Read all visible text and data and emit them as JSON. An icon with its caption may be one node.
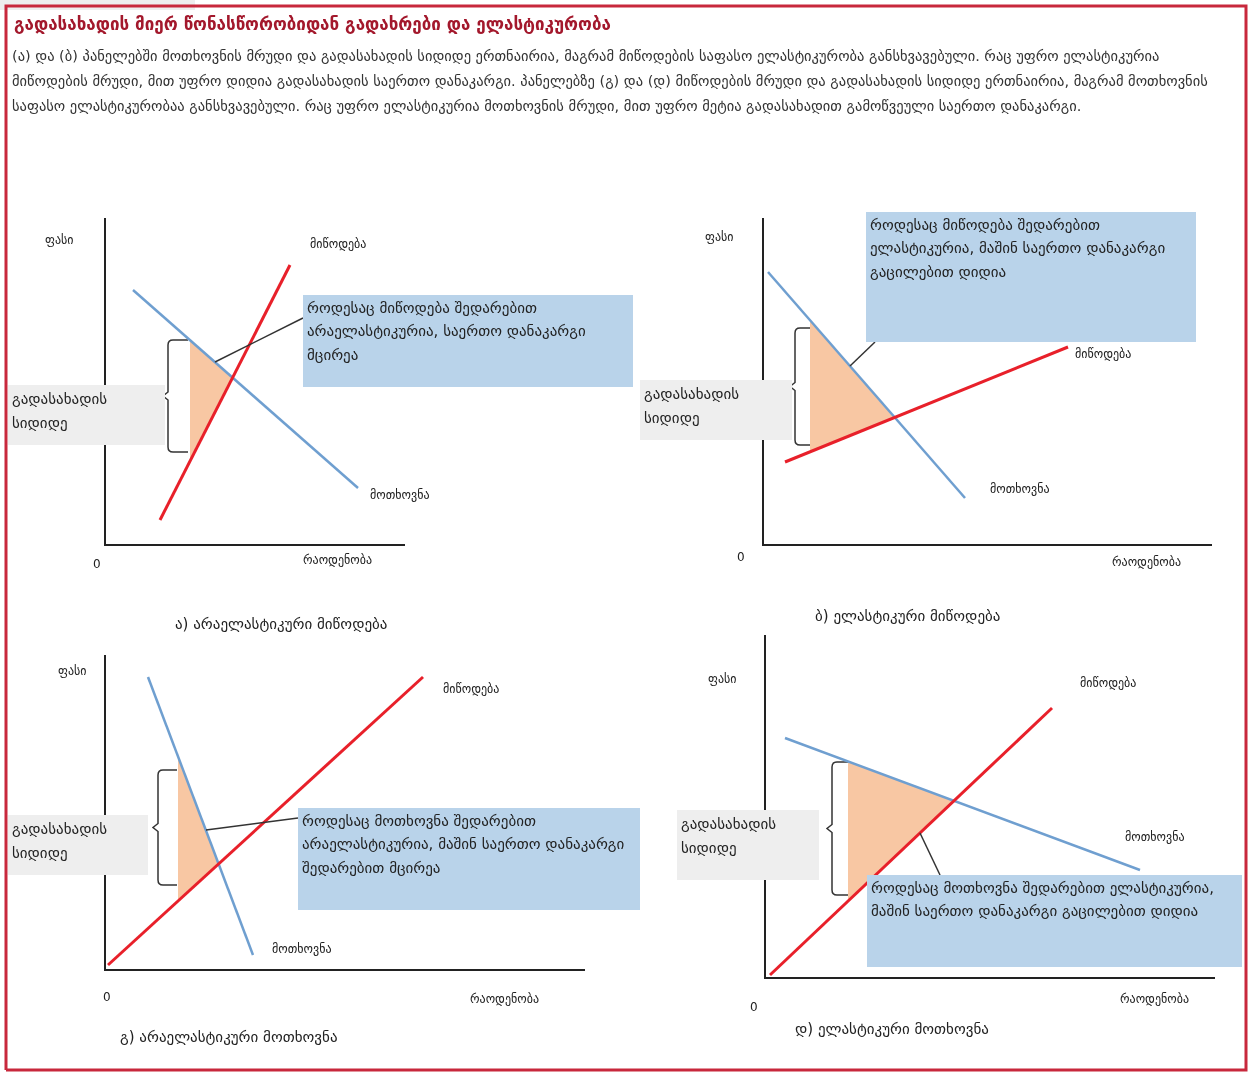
{
  "diagram": {
    "title": "გადასახადის მიერ წონასწორობიდან გადახრები და ელასტიკურობა",
    "nodes": [
      {
        "text": [
          "როდესაც მიწოდება შედარებით არაელასტიკურია, საერთო დანაკარგი მცირეა"
        ]
      },
      {
        "text": [
          "გადასახადის სიდიდე"
        ]
      },
      {
        "text": [],
        "shape": "triangle"
      },
      {
        "text": [
          "როდესაც მიწოდება შედარებით ელასტიკურია, მაშინ საერთო დანაკარგი გაცილებით დიდია"
        ]
      },
      {
        "text": [
          "გადასახადის სიდიდე"
        ]
      },
      {
        "text": [],
        "shape": "triangle"
      },
      {
        "text": [
          "როდესაც მოთხოვნა შედარებით არაელასტიკურია, მაშინ საერთო დანაკარგი შედარებით მცირეა"
        ]
      },
      {
        "text": [
          "გადასახადის სიდიდე"
        ]
      },
      {
        "text": [],
        "shape": "triangle"
      },
      {
        "text": [
          "როდესაც მოთხოვნა შედარებით ელასტიკურია, მაშინ საერთო დანაკარგი გაცილებით დიდია"
        ]
      },
      {
        "text": [
          "გადასახადის სიდიდე"
        ]
      },
      {
        "text": [],
        "shape": "triangle"
      }
    ],
    "edges": [
      {
        "from": 0,
        "to": 2,
        "arrow": "none"
      },
      {
        "from": 3,
        "to": 5,
        "arrow": "none"
      },
      {
        "from": 6,
        "to": 8,
        "arrow": "none"
      },
      {
        "from": 9,
        "to": 11,
        "arrow": "none"
      }
    ],
    "labels": [
      "(ა) და (ბ) პანელებში მოთხოვნის მრუდი და გადასახადის სიდიდე ერთნაირია, მაგრამ მიწოდების საფასო ელასტიკურობა განსხვავებული. რაც უფრო ელასტიკურია მიწოდების მრუდი, მით უფრო დიდია გადასახადის საერთო დანაკარგი. პანელებზე (გ) და (დ) მიწოდების მრუდი და გადასახადის სიდიდე ერთნაირია, მაგრამ მოთხოვნის საფასო ელასტიკურობაა განსხვავებული. რაც უფრო ელასტიკურია მოთხოვნის მრუდი, მით უფრო მეტია გადასახადით გამოწვეული საერთო დანაკარგი.",
      "ფასი",
      "მიწოდება",
      "მოთხოვნა",
      "0",
      "რაოდენობა",
      "ა) არაელასტიკური მიწოდება",
      "ფასი",
      "მიწოდება",
      "მოთხოვნა",
      "0",
      "რაოდენობა",
      "ბ) ელასტიკური მიწოდება",
      "ფასი",
      "მიწოდება",
      "მოთხოვნა",
      "0",
      "რაოდენობა",
      "გ) არაელასტიკური მოთხოვნა",
      "ფასი",
      "მიწოდება",
      "მოთხოვნა",
      "0",
      "რაოდენობა",
      "დ) ელასტიკური მოთხოვნა"
    ]
  }
}
